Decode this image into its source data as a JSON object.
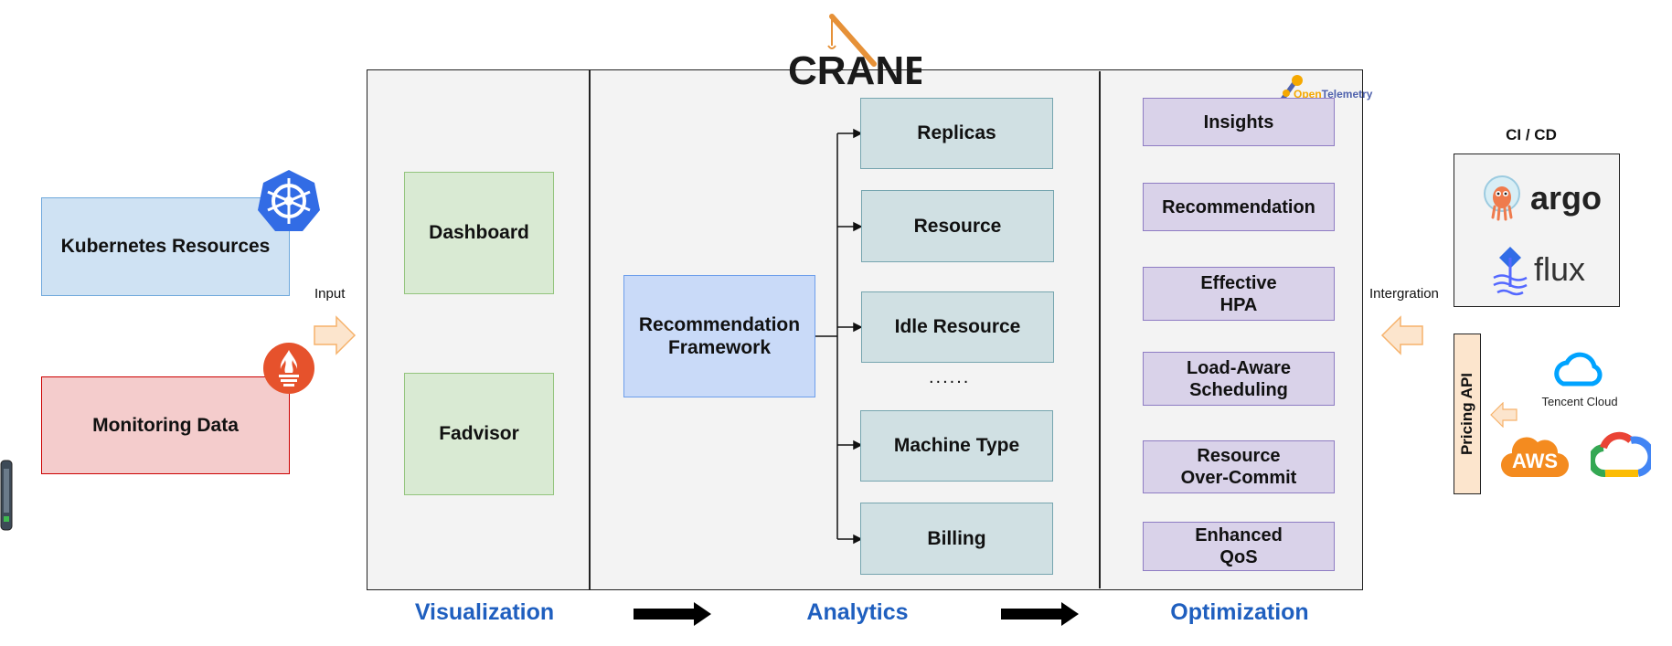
{
  "logos": {
    "crane": "CRANE",
    "opentelemetry_open": "Open",
    "opentelemetry_telemetry": "Telemetry",
    "argo": "argo",
    "flux": "flux",
    "tencent_cloud": "Tencent Cloud",
    "aws": "AWS"
  },
  "inputs": {
    "kubernetes": "Kubernetes Resources",
    "monitoring": "Monitoring Data",
    "input_label": "Input"
  },
  "visualization": {
    "dashboard": "Dashboard",
    "fadvisor": "Fadvisor",
    "footer": "Visualization"
  },
  "analytics": {
    "framework": "Recommendation\nFramework",
    "items": [
      "Replicas",
      "Resource",
      "Idle Resource",
      "Machine Type",
      "Billing"
    ],
    "ellipsis": "......",
    "footer": "Analytics"
  },
  "optimization": {
    "items": [
      "Insights",
      "Recommendation",
      "Effective\nHPA",
      "Load-Aware\nScheduling",
      "Resource\nOver-Commit",
      "Enhanced\nQoS"
    ],
    "footer": "Optimization"
  },
  "integration": {
    "label": "Intergration",
    "cicd_title": "CI / CD",
    "pricing_api": "Pricing API"
  },
  "colors": {
    "footer_text": "#1f5fbf",
    "arrow_fill": "#fce5cd",
    "arrow_stroke": "#f6b26b",
    "crane_orange": "#e69138",
    "crane_teal": "#45818e"
  }
}
